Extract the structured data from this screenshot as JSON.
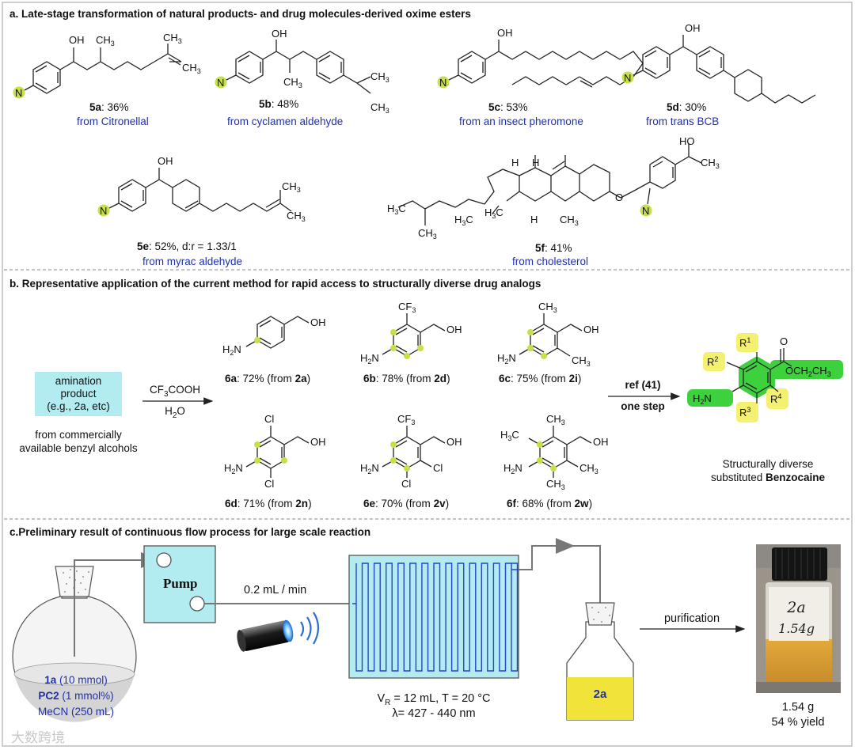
{
  "section_a": {
    "title": "a. Late-stage transformation of natural products- and drug molecules-derived oxime esters",
    "compounds": [
      {
        "id": "5a",
        "yield": ": 36%",
        "source": "from Citronellal"
      },
      {
        "id": "5b",
        "yield": ": 48%",
        "source": "from cyclamen aldehyde"
      },
      {
        "id": "5c",
        "yield": ": 53%",
        "source": "from an insect pheromone"
      },
      {
        "id": "5d",
        "yield": ": 30%",
        "source": "from trans BCB"
      },
      {
        "id": "5e",
        "yield": ": 52%, d:r = 1.33/1",
        "source": "from myrac aldehyde"
      },
      {
        "id": "5f",
        "yield": ": 41%",
        "source": "from cholesterol"
      }
    ]
  },
  "section_b": {
    "title": "b. Representative application of the current method for rapid access to structurally diverse drug analogs",
    "start_box": [
      "amination",
      "product",
      "(e.g., 2a, etc)"
    ],
    "start_note": [
      "from commercially",
      "available benzyl alcohols"
    ],
    "reagent_top": "CF3COOH",
    "reagent_bottom": "H2O",
    "products": [
      {
        "id": "6a",
        "text": ": 72% (from ",
        "src": "2a"
      },
      {
        "id": "6b",
        "text": ": 78% (from ",
        "src": "2d"
      },
      {
        "id": "6c",
        "text": ": 75% (from ",
        "src": "2i"
      },
      {
        "id": "6d",
        "text": ": 71% (from ",
        "src": "2n"
      },
      {
        "id": "6e",
        "text": ": 70% (from ",
        "src": "2v"
      },
      {
        "id": "6f",
        "text": ": 68%  (from ",
        "src": "2w"
      }
    ],
    "ref_label": "ref (41)",
    "ref_sub": "one step",
    "final_caption": [
      "Structurally diverse",
      "substituted"
    ],
    "final_bold": "Benzocaine"
  },
  "section_c": {
    "title": "c.Preliminary result of continuous flow process for large scale reaction",
    "pump_label": "Pump",
    "flow_rate": "0.2 mL / min",
    "flask_lines": [
      {
        "bold": "1a",
        "rest": " (10 mmol)"
      },
      {
        "bold": "PC2",
        "rest": " (1 mmol%)"
      },
      {
        "bold": "",
        "rest": "MeCN (250 mL)"
      }
    ],
    "reactor_line1": "VR = 12 mL, T = 20 °C",
    "reactor_line2": "λ= 427 - 440 nm",
    "product_label": "2a",
    "purification": "purification",
    "vial_label": [
      "2a",
      "1.54g"
    ],
    "mass": "1.54 g",
    "yield": "54 % yield"
  },
  "watermark": "大数跨境",
  "colors": {
    "highlight": "#c6e04a",
    "green": "#3dd13d",
    "yellow": "#f4f170",
    "cyan": "#b2ebf0",
    "blue_text": "#1f2fb0",
    "solution": "#f2e33a"
  }
}
